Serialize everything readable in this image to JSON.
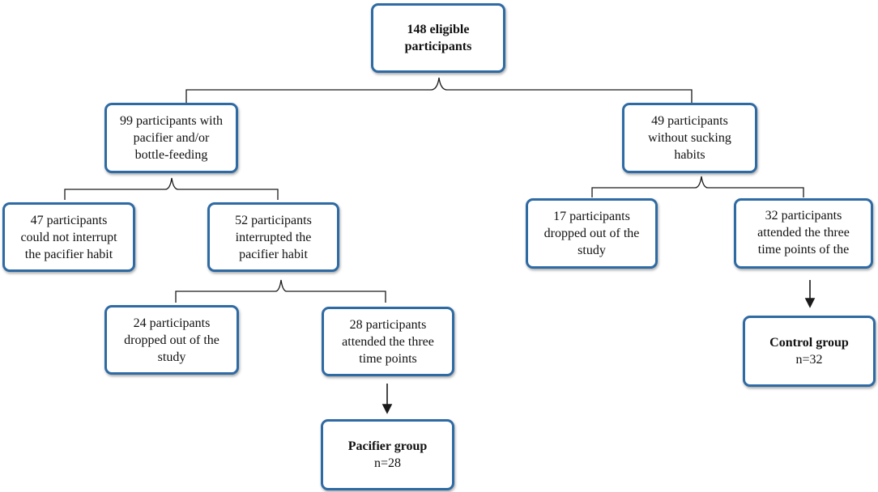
{
  "flowchart": {
    "root": {
      "lines": [
        "148 eligible",
        "participants"
      ]
    },
    "left_branch": {
      "lines": [
        "99 participants with",
        "pacifier and/or",
        "bottle-feeding"
      ],
      "no_interrupt": {
        "lines": [
          "47 participants",
          "could not interrupt",
          "the pacifier habit"
        ]
      },
      "interrupted": {
        "lines": [
          "52 participants",
          "interrupted the",
          "pacifier habit"
        ],
        "dropped": {
          "lines": [
            "24 participants",
            "dropped out of the",
            "study"
          ]
        },
        "attended": {
          "lines": [
            "28 participants",
            "attended the three",
            "time points"
          ]
        }
      },
      "group": {
        "title": "Pacifier group",
        "n": "n=28"
      }
    },
    "right_branch": {
      "lines": [
        "49 participants",
        "without sucking",
        "habits"
      ],
      "dropped": {
        "lines": [
          "17 participants",
          "dropped out of the",
          "study"
        ]
      },
      "attended": {
        "lines": [
          "32 participants",
          "attended the three",
          "time points of the"
        ]
      },
      "group": {
        "title": "Control group",
        "n": "n=32"
      }
    }
  },
  "colors": {
    "box_border": "#2e6aa3",
    "connector": "#1a1a1a"
  }
}
